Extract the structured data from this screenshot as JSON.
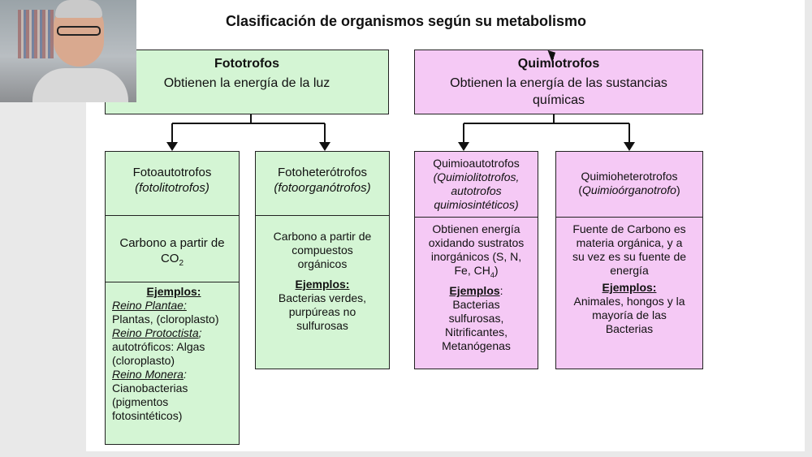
{
  "title": "Clasificación de organismos según su metabolismo",
  "fototrofos": {
    "name": "Fototrofos",
    "desc": "Obtienen la energía de la luz"
  },
  "quimiotrofos": {
    "name": "Quimiotrofos",
    "desc_1": "Obtienen la energía de las sustancias",
    "desc_2": "químicas"
  },
  "fotoautotrofos": {
    "name": "Fotoautotrofos",
    "alt": "(fotolitotrofos)",
    "carbon": "Carbono a partir de",
    "carbon_2": "CO",
    "carbon_sub": "2",
    "examples_label": "Ejemplos:",
    "reino_plantae": "Reino Plantae:",
    "plantae_text": "Plantas, (cloroplasto)",
    "reino_protoctista": "Reino Protoctista",
    "protoctista_sep": ";",
    "protoctista_text_1": "autotróficos: Algas",
    "protoctista_text_2": "(cloroplasto)",
    "reino_monera": "Reino Monera",
    "monera_sep": ":",
    "monera_text_1": "Cianobacterias",
    "monera_text_2": "(pigmentos",
    "monera_text_3": "fotosintéticos)"
  },
  "fotoheterotrofos": {
    "name": "Fotoheterótrofos",
    "alt": "(fotoorganótrofos)",
    "carbon_1": "Carbono a partir de",
    "carbon_2": "compuestos",
    "carbon_3": "orgánicos",
    "examples_label": "Ejemplos:",
    "ex_1": "Bacterias verdes,",
    "ex_2": "purpúreas no",
    "ex_3": "sulfurosas"
  },
  "quimioautotrofos": {
    "name": "Quimioautotrofos",
    "alt_1": "(Quimiolitotrofos,",
    "alt_2": "autotrofos",
    "alt_3": "quimiosintéticos)",
    "text_1": "Obtienen energía",
    "text_2": "oxidando sustratos",
    "text_3": "inorgánicos (S, N,",
    "text_4": "Fe, CH",
    "text_4_sub": "4",
    "text_4_end": ")",
    "examples_label": "Ejemplos",
    "examples_sep": ":",
    "ex_1": "Bacterias",
    "ex_2": "sulfurosas,",
    "ex_3": "Nitrificantes,",
    "ex_4": "Metanógenas"
  },
  "quimioheterotrofos": {
    "name": "Quimioheterotrofos",
    "alt_open": "(",
    "alt": "Quimioórganotrofo",
    "alt_close": ")",
    "text_1": "Fuente de Carbono es",
    "text_2": "materia orgánica, y a",
    "text_3": "su vez es su fuente de",
    "text_4": "energía",
    "examples_label": "Ejemplos:",
    "ex_1": "Animales, hongos y la",
    "ex_2": "mayoría de las",
    "ex_3": "Bacterias"
  },
  "colors": {
    "green": "#d4f5d4",
    "pink": "#f5c9f5",
    "line": "#222222"
  }
}
